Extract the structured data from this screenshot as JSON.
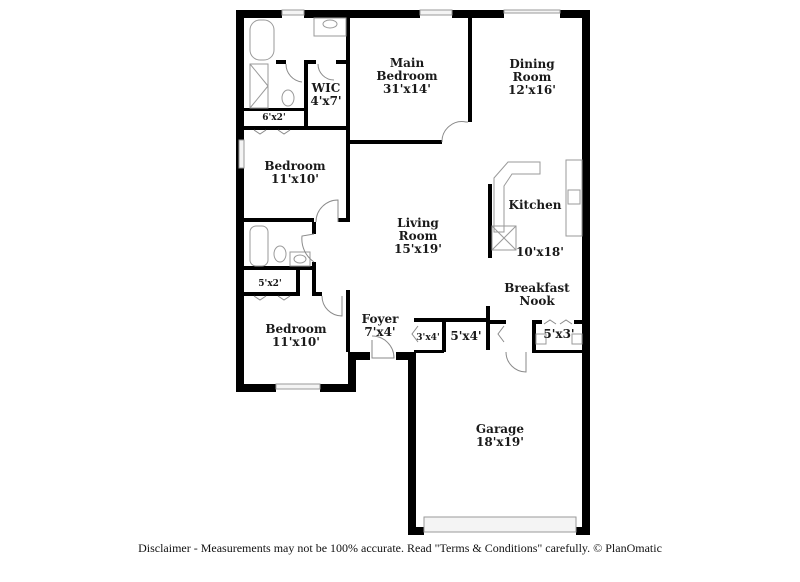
{
  "rooms": {
    "main_bedroom": {
      "name": "Main Bedroom",
      "line1": "Main",
      "line2": "Bedroom",
      "size": "31'x14'"
    },
    "dining_room": {
      "name": "Dining Room",
      "line1": "Dining",
      "line2": "Room",
      "size": "12'x16'"
    },
    "wic": {
      "name": "WIC",
      "size": "4'x7'"
    },
    "closet_6x2": {
      "size": "6'x2'"
    },
    "bedroom_upper": {
      "name": "Bedroom",
      "size": "11'x10'"
    },
    "kitchen": {
      "name": "Kitchen",
      "size": "10'x18'"
    },
    "living_room": {
      "line1": "Living",
      "line2": "Room",
      "size": "15'x19'"
    },
    "closet_5x2": {
      "size": "5'x2'"
    },
    "breakfast_nook": {
      "line1": "Breakfast",
      "line2": "Nook"
    },
    "bedroom_lower": {
      "name": "Bedroom",
      "size": "11'x10'"
    },
    "foyer": {
      "name": "Foyer",
      "size": "7'x4'"
    },
    "closet_3x4": {
      "size": "3'x4'"
    },
    "closet_5x4": {
      "size": "5'x4'"
    },
    "closet_5x3": {
      "size": "5'x3'"
    },
    "garage": {
      "name": "Garage",
      "size": "18'x19'"
    }
  },
  "footer": {
    "disclaimer": "Disclaimer - Measurements may not be 100% accurate. Read \"Terms & Conditions\" carefully. © PlanOmatic"
  }
}
